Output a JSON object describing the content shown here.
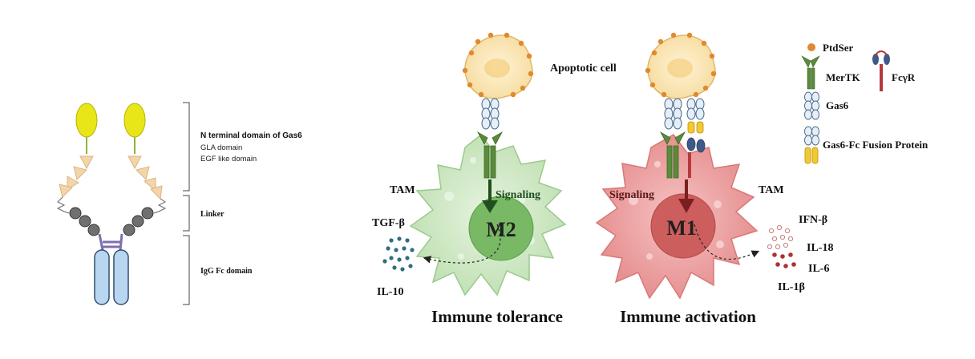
{
  "structure": {
    "n_terminal_title": "N terminal domain of Gas6",
    "gla_label": "GLA domain",
    "egf_label": "EGF like domain",
    "linker_label": "Linker",
    "fc_label": "IgG Fc domain"
  },
  "mechanism": {
    "apoptotic_cell_label": "Apoptotic cell",
    "left": {
      "tam_label": "TAM",
      "signaling_label": "Signaling",
      "macrophage_label": "M2",
      "cytokines": [
        "TGF-β",
        "IL-10"
      ],
      "caption": "Immune tolerance"
    },
    "right": {
      "tam_label": "TAM",
      "signaling_label": "Signaling",
      "macrophage_label": "M1",
      "cytokines": [
        "IFN-β",
        "IL-18",
        "IL-6",
        "IL-1β"
      ],
      "caption": "Immune activation"
    }
  },
  "legend": {
    "ptdser": "PtdSer",
    "mertk": "MerTK",
    "fcgr": "FcγR",
    "gas6": "Gas6",
    "gas6_fc": "Gas6-Fc Fusion Protein"
  },
  "colors": {
    "gla": "#e8e619",
    "egf": "#f3d6a8",
    "linker_bead": "#707070",
    "fc": "#b9d6f0",
    "m2_cell": "#cde6c4",
    "m2_nucleus": "#6fb25e",
    "m1_cell": "#e89a9a",
    "m1_nucleus": "#c95555",
    "ptdser": "#e0892e",
    "mertk": "#5a8a3c",
    "tgf_dots": "#2e6e80",
    "il_dots": "#b03030"
  }
}
